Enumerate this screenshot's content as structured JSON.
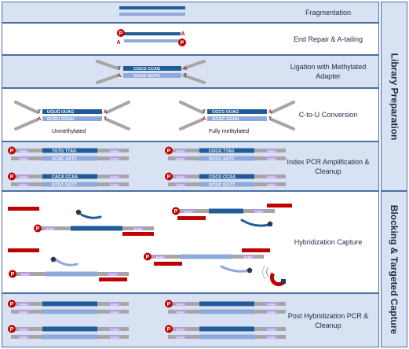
{
  "steps": [
    {
      "label": "Fragmentation"
    },
    {
      "label": "End Repair & A-tailing"
    },
    {
      "label": "Ligation with Methylated Adapter"
    },
    {
      "label": "C-to-U Conversion"
    },
    {
      "label": "Index PCR Amplification & Cleanup"
    },
    {
      "label": "Hybridization Capture"
    },
    {
      "label": "Post Hybridization PCR & Cleanup"
    }
  ],
  "groups": {
    "library": "Library Preparation",
    "capture": "Blocking & Targeted Capture"
  },
  "captions": {
    "unmethylated": "Unmethylated",
    "fully_methylated": "Fully methylated"
  },
  "glyphs": {
    "phosphate": "P",
    "adenine": "A",
    "thymine": "T",
    "index": "index"
  },
  "sequences": {
    "ligation_top": "CGCG CCAG",
    "ligation_bottom": "GCGC GGTC",
    "unmeth_top": "UGUG UUAG",
    "unmeth_bottom": "GUGU GGUU",
    "meth_top": "CGCG UUAG",
    "meth_bottom": "GCGC GGUU",
    "pcr_left_1": "TGTG TTAG",
    "pcr_left_2": "ACAC AATC",
    "pcr_left_3": "CACA CCAA",
    "pcr_left_4": "GTGT GGTT",
    "pcr_right_1": "CGCG TTAG",
    "pcr_right_2": "GCGC AATC",
    "pcr_right_3": "CGCG CCAA",
    "pcr_right_4": "GCGC GGTT"
  },
  "colors": {
    "dark_blue": "#1f5c99",
    "light_blue": "#8ea9db",
    "grey": "#a6a6a6",
    "purple": "#b39ddb",
    "red": "#c00000",
    "shade": "#d9e2f2",
    "border": "#4a6fa5"
  }
}
